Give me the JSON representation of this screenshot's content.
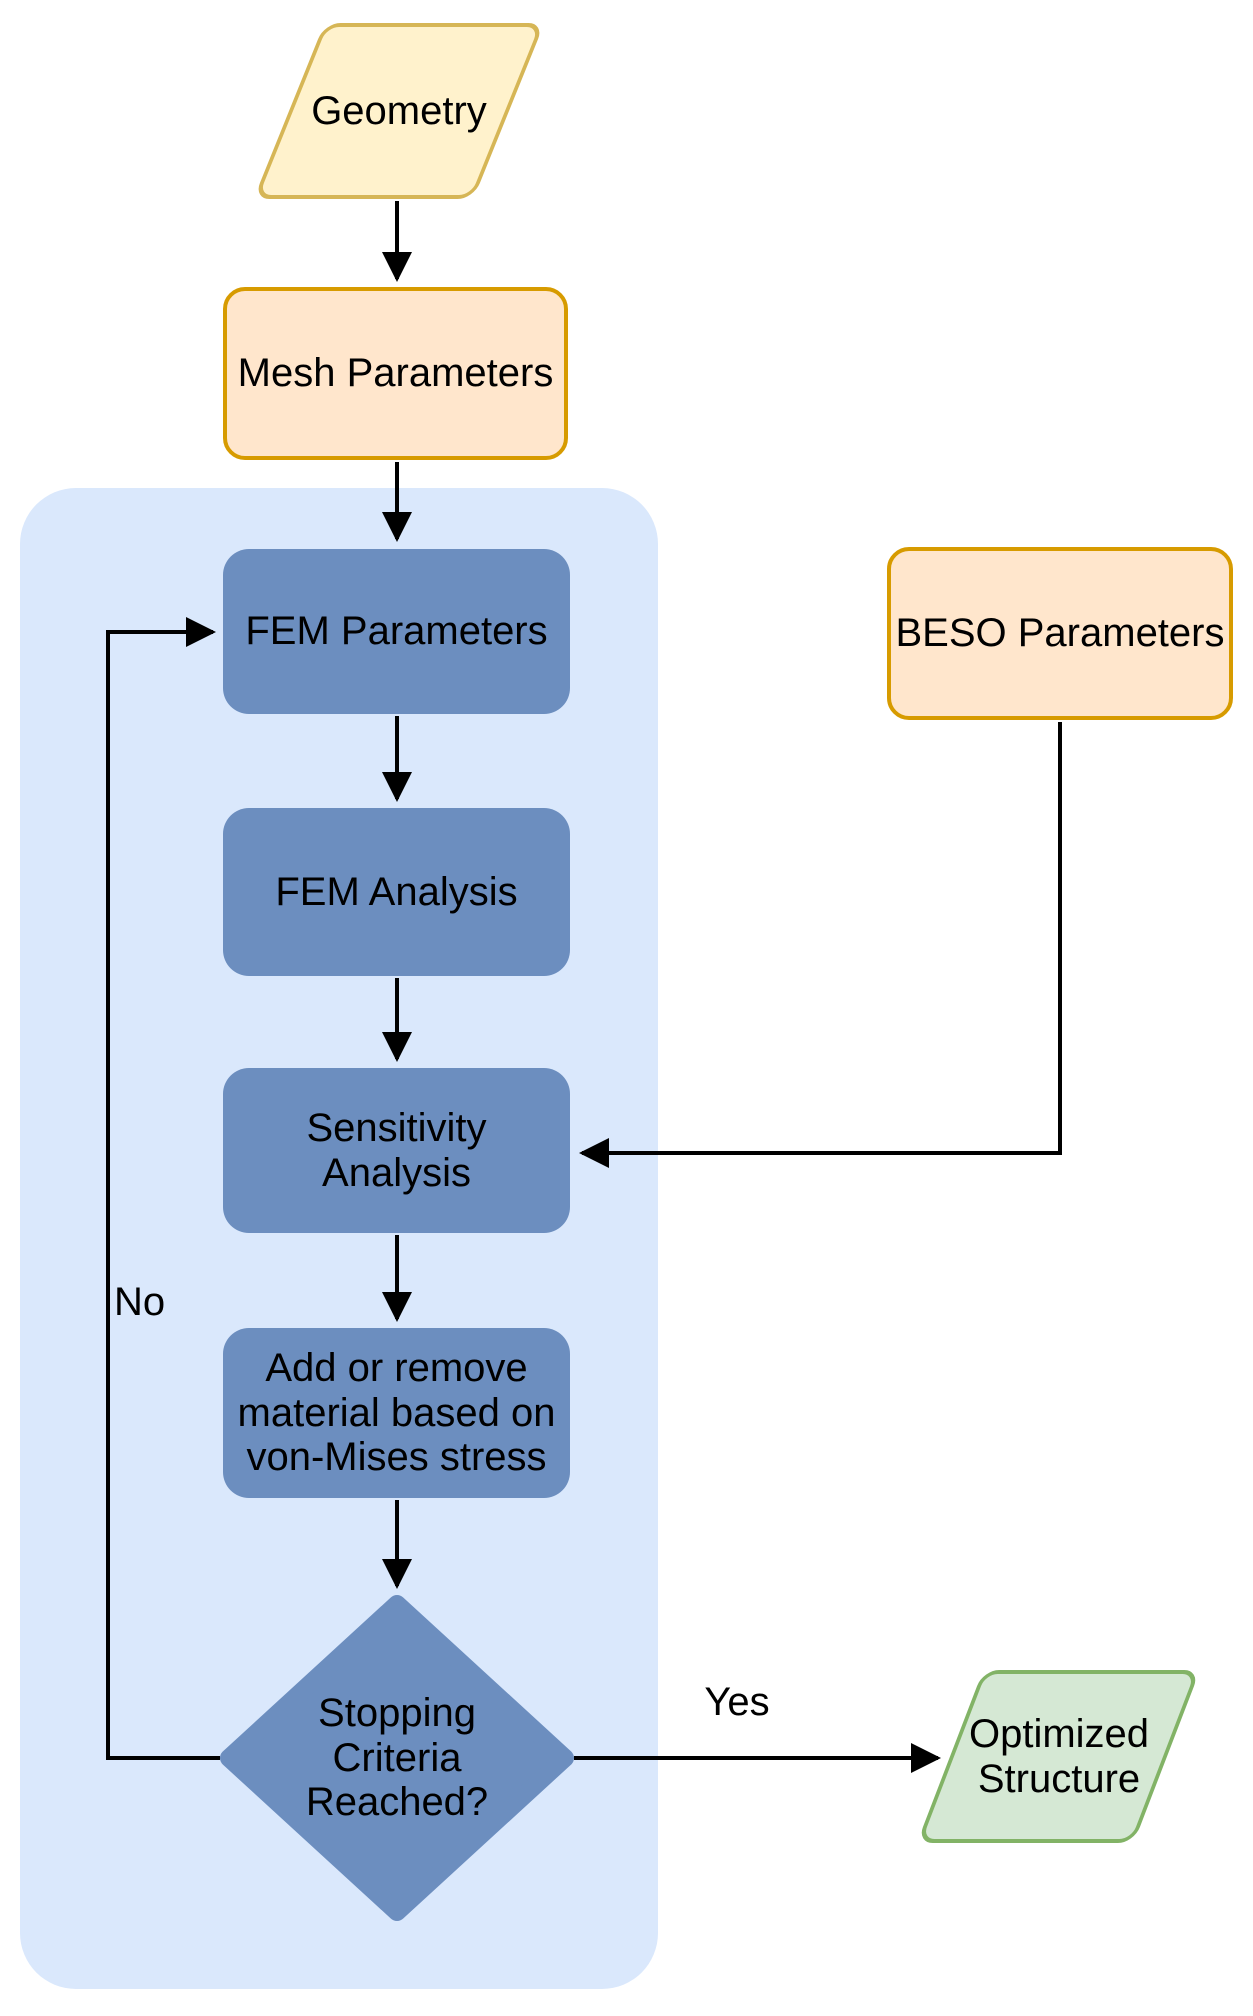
{
  "diagram_type": "flowchart",
  "nodes": {
    "geometry": {
      "label": "Geometry",
      "shape": "parallelogram"
    },
    "mesh_parameters": {
      "label": "Mesh Parameters",
      "shape": "rounded-rectangle"
    },
    "fem_parameters": {
      "label": "FEM Parameters",
      "shape": "rounded-rectangle"
    },
    "fem_analysis": {
      "label": "FEM Analysis",
      "shape": "rounded-rectangle"
    },
    "sensitivity_analysis": {
      "label": "Sensitivity\nAnalysis",
      "shape": "rounded-rectangle"
    },
    "add_remove_material": {
      "label": "Add or remove\nmaterial based on\nvon-Mises stress",
      "shape": "rounded-rectangle"
    },
    "stopping_criteria": {
      "label": "Stopping\nCriteria\nReached?",
      "shape": "diamond"
    },
    "beso_parameters": {
      "label": "BESO Parameters",
      "shape": "rounded-rectangle"
    },
    "optimized_structure": {
      "label": "Optimized\nStructure",
      "shape": "parallelogram"
    }
  },
  "edges": {
    "no_label": "No",
    "yes_label": "Yes"
  },
  "colors": {
    "yellow_fill": "#FFF2CC",
    "yellow_border": "#D6B656",
    "orange_fill": "#FFE6CC",
    "orange_border": "#D79B00",
    "process_blue_fill": "#6C8EBF",
    "loop_container_fill": "#DAE8FC",
    "green_fill": "#D5E8D4",
    "green_border": "#82B366",
    "line_color": "#000000",
    "text_color": "#000000"
  }
}
